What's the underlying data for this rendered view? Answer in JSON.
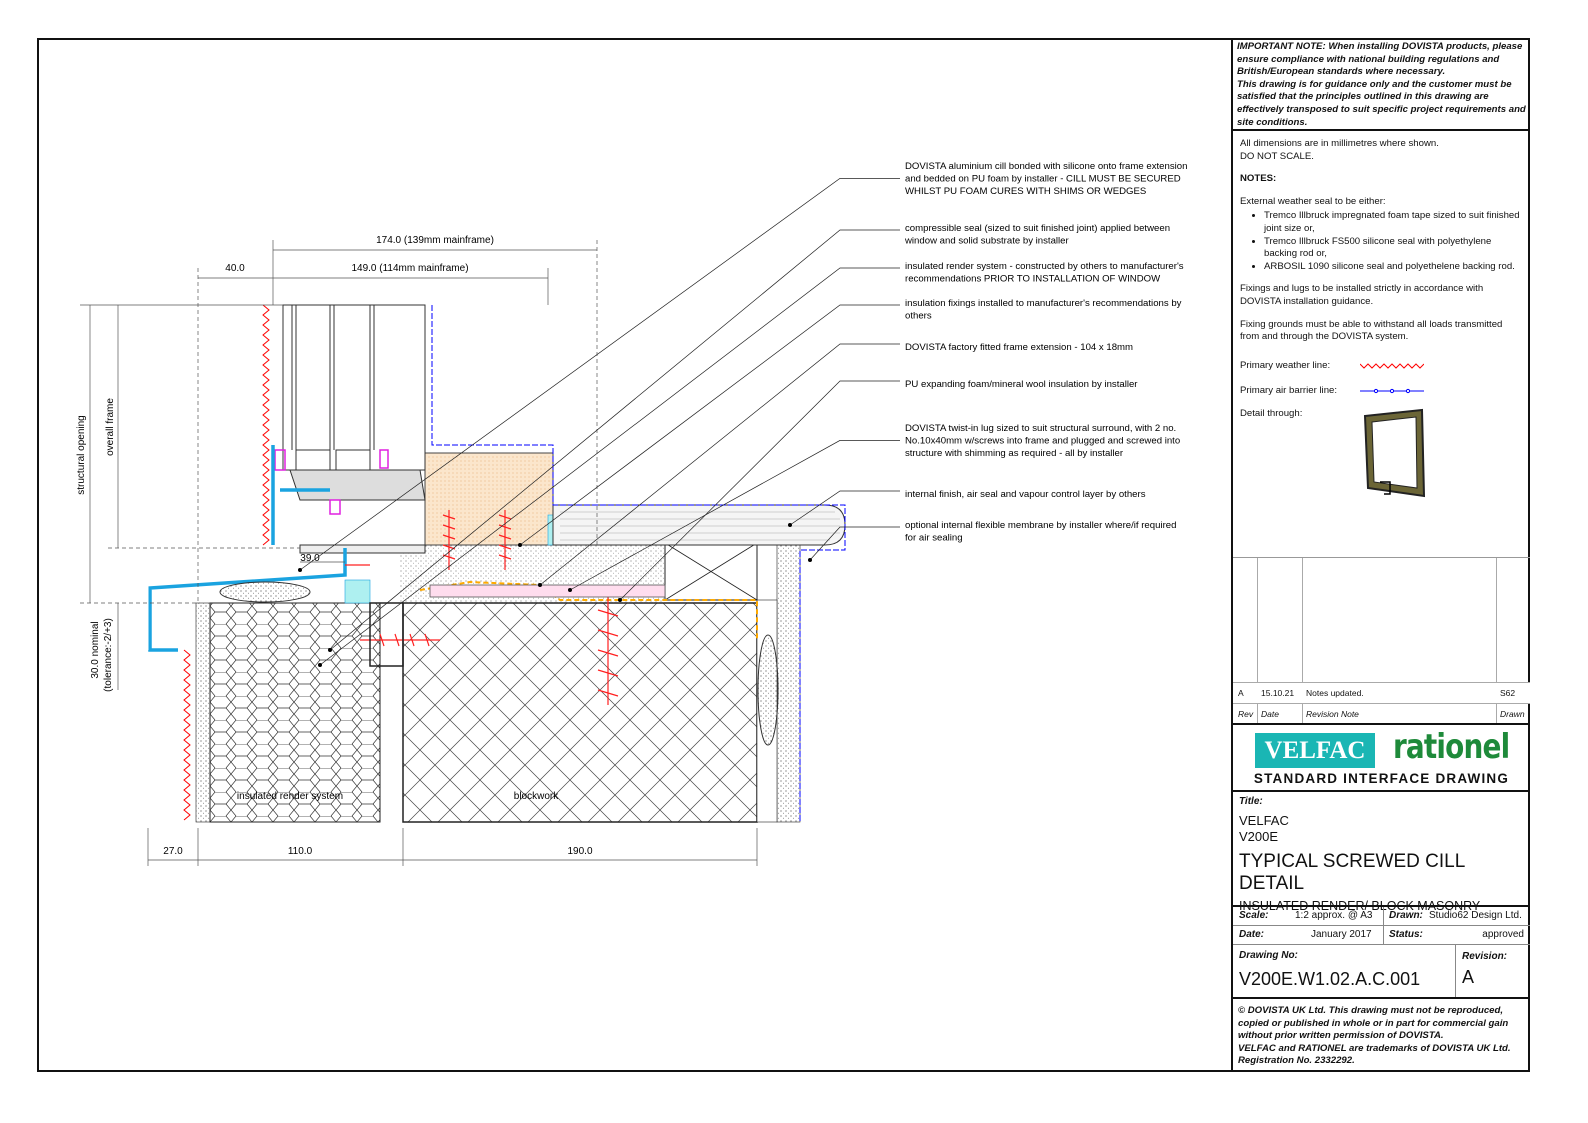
{
  "annotations": [
    {
      "lines": [
        "DOVISTA aluminium cill bonded with silicone onto frame extension",
        "and bedded on PU foam by installer - CILL MUST BE SECURED",
        "WHILST PU FOAM CURES WITH SHIMS OR WEDGES"
      ]
    },
    {
      "lines": [
        "compressible seal (sized to suit finished joint) applied between",
        "window and solid substrate by installer"
      ]
    },
    {
      "lines": [
        "insulated render system - constructed by others to manufacturer's",
        "recommendations PRIOR TO INSTALLATION OF WINDOW"
      ]
    },
    {
      "lines": [
        "insulation fixings installed to manufacturer's recommendations by",
        "others"
      ]
    },
    {
      "lines": [
        "DOVISTA factory fitted frame extension - 104 x 18mm"
      ]
    },
    {
      "lines": [
        "PU expanding foam/mineral wool insulation by installer"
      ]
    },
    {
      "lines": [
        "DOVISTA twist-in lug sized to suit structural surround, with 2 no.",
        "No.10x40mm w/screws into frame and plugged and screwed into",
        "structure with shimming as required - all by installer"
      ]
    },
    {
      "lines": [
        "internal finish, air seal and vapour control layer by others"
      ]
    },
    {
      "lines": [
        "optional internal flexible membrane by installer where/if required",
        "for air sealing"
      ]
    }
  ],
  "dimensions": {
    "top_overall": "174.0 (139mm mainframe)",
    "top_mainframe": "149.0 (114mm mainframe)",
    "top_left": "40.0",
    "cill_projection": "39.0",
    "structural_opening": "structural opening",
    "overall_frame": "overall frame",
    "nominal_line1": "30.0 nominal",
    "nominal_line2": "(tolerance:-2/+3)",
    "bottom_1": "27.0",
    "bottom_2": "110.0",
    "bottom_3": "190.0"
  },
  "labels": {
    "render": "insulated render system",
    "blockwork": "blockwork"
  },
  "colors": {
    "weather_line": "#ff0000",
    "air_barrier": "#0000ff",
    "cill": "#1aa3e0",
    "velfac": "#1ab6b4",
    "rationel": "#1e8a3a"
  },
  "title_block": {
    "important_label": "IMPORTANT NOTE:",
    "important_text": " When installing DOVISTA products, please ensure compliance with national building regulations and British/European standards where necessary.",
    "guidance_text": "This drawing is for guidance only and the customer must be satisfied that the principles outlined in this drawing are effectively transposed to suit specific project requirements and site conditions.",
    "dims_note_1": "All dimensions are in millimetres where shown.",
    "dims_note_2": "DO NOT SCALE.",
    "notes_heading": "NOTES:",
    "seal_intro": "External weather seal to be either:",
    "seal_options": [
      "Tremco Illbruck impregnated foam tape sized to suit finished joint size or,",
      "Tremco Illbruck FS500 silicone seal with polyethylene backing rod or,",
      "ARBOSIL 1090 silicone seal and polyethelene backing rod."
    ],
    "fixings_note": "Fixings and lugs to be installed strictly in accordance with DOVISTA installation guidance.",
    "grounds_note": "Fixing grounds must be able to withstand all loads transmitted from and through the DOVISTA system.",
    "legend_weather": "Primary weather line:",
    "legend_air": "Primary air barrier line:",
    "detail_through": "Detail through:",
    "revisions": [
      {
        "rev": "A",
        "date": "15.10.21",
        "note": "Notes updated.",
        "drawn": "S62"
      }
    ],
    "rev_headers": {
      "rev": "Rev",
      "date": "Date",
      "note": "Revision Note",
      "drawn": "Drawn"
    },
    "logo_velfac": "VELFAC",
    "logo_rationel": "rationel",
    "subtitle": "STANDARD INTERFACE DRAWING",
    "title_label": "Title:",
    "product_line1": "VELFAC",
    "product_line2": "V200E",
    "drawing_title": "TYPICAL SCREWED CILL DETAIL",
    "drawing_subtitle": "INSULATED RENDER/ BLOCK MASONRY",
    "scale_label": "Scale:",
    "scale_value": "1:2 approx. @ A3",
    "drawn_label": "Drawn:",
    "drawn_value": "Studio62 Design Ltd.",
    "date_label": "Date:",
    "date_value": "January 2017",
    "status_label": "Status:",
    "status_value": "approved",
    "drawing_no_label": "Drawing No:",
    "drawing_no": "V200E.W1.02.A.C.001",
    "revision_label": "Revision:",
    "revision": "A",
    "copyright": "© DOVISTA UK Ltd. This drawing must not be reproduced, copied or published in whole or in part for commercial gain without prior written permission of DOVISTA.",
    "trademark": "VELFAC and RATIONEL are trademarks of DOVISTA UK Ltd. Registration No. 2332292."
  }
}
